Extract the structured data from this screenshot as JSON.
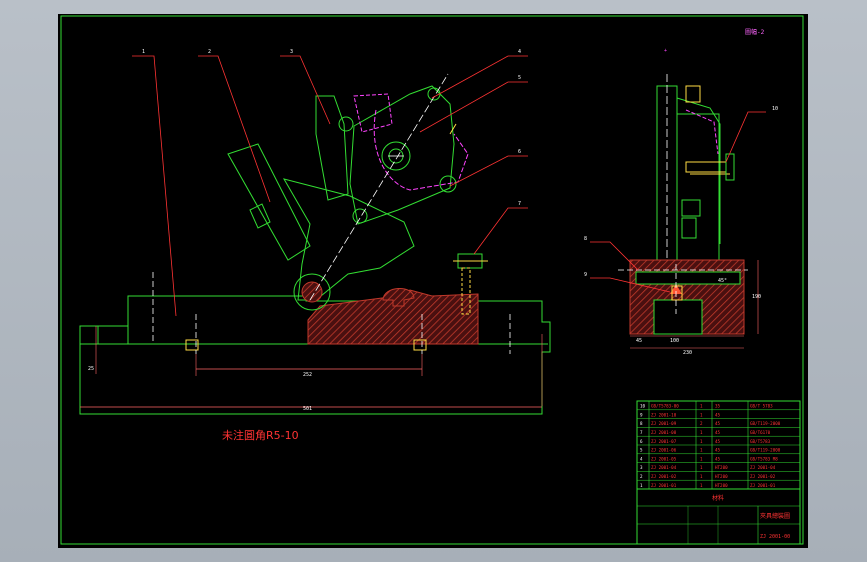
{
  "drawing": {
    "top_label": "圖幅-2",
    "note": "未注圓角R5-10",
    "balloons": [
      "1",
      "2",
      "3",
      "4",
      "5",
      "6",
      "7",
      "8",
      "9",
      "10"
    ],
    "dimensions": {
      "pitch": "252",
      "overall_length": "501",
      "left_height": "25",
      "base_width": "230",
      "base_half": "100",
      "base_edge": "45",
      "height": "190",
      "angle": "45°"
    }
  },
  "title_block": {
    "drawing_no": "ZJ 2001-00",
    "title": "夾具總裝圖",
    "label_mat": "材料",
    "parts": [
      {
        "no": "10",
        "code": "GB/T5783-00",
        "qty": "1",
        "mat": "35",
        "std": "GB/T 5783"
      },
      {
        "no": "9",
        "code": "ZJ 2001-10",
        "qty": "1",
        "mat": "45",
        "std": ""
      },
      {
        "no": "8",
        "code": "ZJ 2001-09",
        "qty": "2",
        "mat": "45",
        "std": "GB/T119-2000"
      },
      {
        "no": "7",
        "code": "ZJ 2001-08",
        "qty": "1",
        "mat": "45",
        "std": "GB/T6170"
      },
      {
        "no": "6",
        "code": "ZJ 2001-07",
        "qty": "1",
        "mat": "45",
        "std": "GB/T5783"
      },
      {
        "no": "5",
        "code": "ZJ 2001-06",
        "qty": "1",
        "mat": "45",
        "std": "GB/T119-2000"
      },
      {
        "no": "4",
        "code": "ZJ 2001-05",
        "qty": "1",
        "mat": "45",
        "std": "GB/T5783 M8"
      },
      {
        "no": "3",
        "code": "ZJ 2001-04",
        "qty": "1",
        "mat": "HT200",
        "std": "ZJ 2001-04"
      },
      {
        "no": "2",
        "code": "ZJ 2001-02",
        "qty": "1",
        "mat": "HT200",
        "std": "ZJ 2001-02"
      },
      {
        "no": "1",
        "code": "ZJ 2001-01",
        "qty": "1",
        "mat": "HT200",
        "std": "ZJ 2001-01"
      }
    ]
  }
}
